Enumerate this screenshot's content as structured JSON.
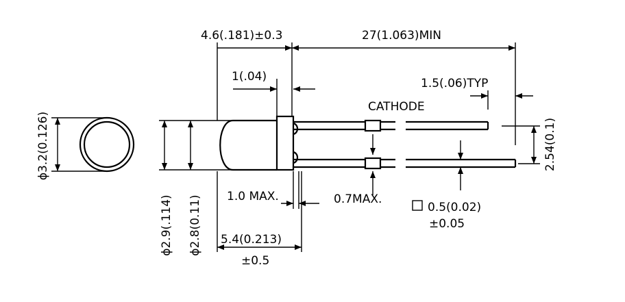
{
  "dimensions": {
    "lens_length": "4.6(.181)±0.3",
    "lead_length": "27(1.063)MIN",
    "flange_thickness": "1(.04)",
    "bend_typ": "1.5(.06)TYP",
    "cathode": "CATHODE",
    "diameter_front": "ϕ3.2(0.126)",
    "lead_spacing": "2.54(0.1)",
    "flange_max": "1.0  MAX.",
    "resin_max": "0.7MAX.",
    "lead_square_line1": "0.5(0.02)",
    "lead_square_line2": "±0.05",
    "dia_outer": "ϕ2.9(.114)",
    "dia_inner": "ϕ2.8(0.11)",
    "body_length_line1": "5.4(0.213)",
    "body_length_line2": "±0.5"
  }
}
